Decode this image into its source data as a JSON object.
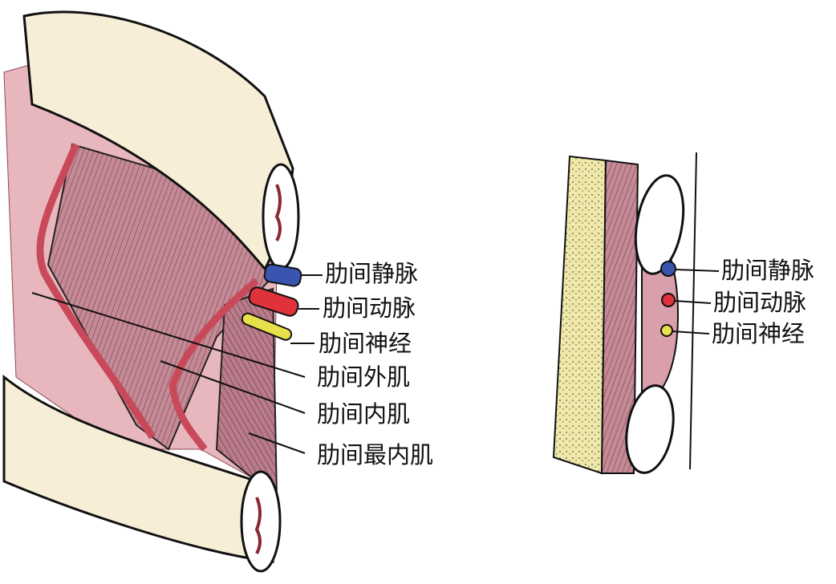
{
  "left_figure": {
    "labels": [
      "肋间静脉",
      "肋间动脉",
      "肋间神经",
      "肋间外肌",
      "肋间内肌",
      "肋间最内肌"
    ]
  },
  "right_figure": {
    "labels": [
      "肋间静脉",
      "肋间动脉",
      "肋间神经"
    ]
  },
  "colors": {
    "bone": "#f6eed6",
    "muscle": "#c48a96",
    "muscle_light": "#e8b7bd",
    "vein": "#3a55b0",
    "artery": "#e0323a",
    "nerve": "#e8e04a",
    "fat": "#efe8a8"
  }
}
